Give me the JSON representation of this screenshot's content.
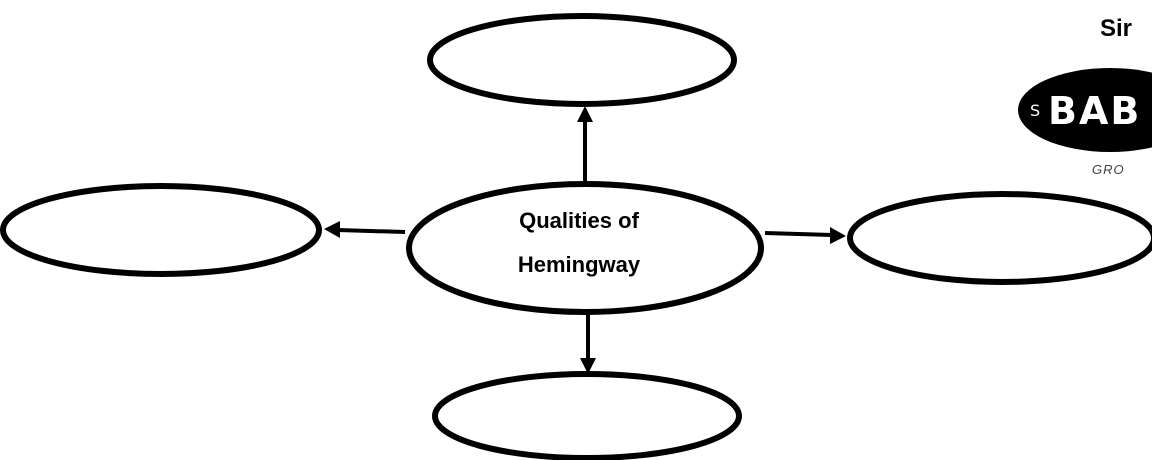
{
  "center_bubble": {
    "line1": "Qualities of",
    "line2": "Hemingway"
  },
  "outer_bubbles": {
    "top": "",
    "left": "",
    "right": "",
    "bottom": ""
  },
  "logo": {
    "tagline": "Sir",
    "small_letter": "S",
    "word": "BAB",
    "subtext": "GRO"
  },
  "colors": {
    "stroke": "#000000",
    "fill": "#ffffff",
    "logo_fill": "#000000"
  }
}
